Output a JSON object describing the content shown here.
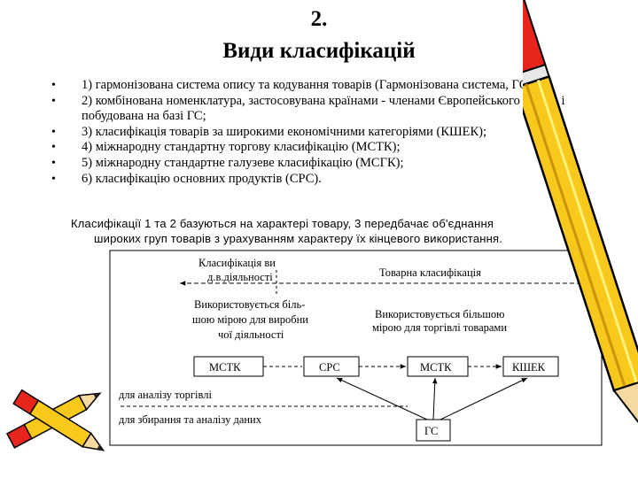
{
  "slide": {
    "title_number": "2.",
    "title": "Види класифікацій",
    "bullets": [
      " 1) гармонізована система опису та кодування товарів (Гармонізована система, ГС);",
      "2) комбінована номенклатура, застосовувана країнами - членами Європейського союзу, і побудована на базі ГС;",
      "3) класифікація товарів за широкими економічними категоріями (КШЕК);",
      "4) міжнародну стандартну торгову класифікацію (МСТК);",
      "5) міжнародну стандартне галузеве класифікацію (МСГК);",
      "6) класифікацію основних продуктів (СРС)."
    ],
    "note_line1": "Класифікації 1 та 2 базуються на характері товару, 3 передбачає об'єднання",
    "note_line2": "широких груп товарів з урахуванням характеру їх кінцевого використання."
  },
  "diagram": {
    "left_header_1": "Класифікація ви",
    "left_header_2": "д.в.діяльності",
    "right_header": "Товарна класифікація",
    "left_desc_1": "Використовується біль-",
    "left_desc_2": "шою мірою для виробни",
    "left_desc_3": "чої діяльності",
    "right_desc_1": "Використовується більшою",
    "right_desc_2": "мірою для торгівлі товарами",
    "box_mstk_left": "МСТК",
    "box_cpc": "СРС",
    "box_mstk_right": "МСТК",
    "box_kshek": "КШЕК",
    "box_gs": "ГС",
    "legend_trade": "для аналізу торгівлі",
    "legend_data": "для збирання та аналізу даних"
  }
}
